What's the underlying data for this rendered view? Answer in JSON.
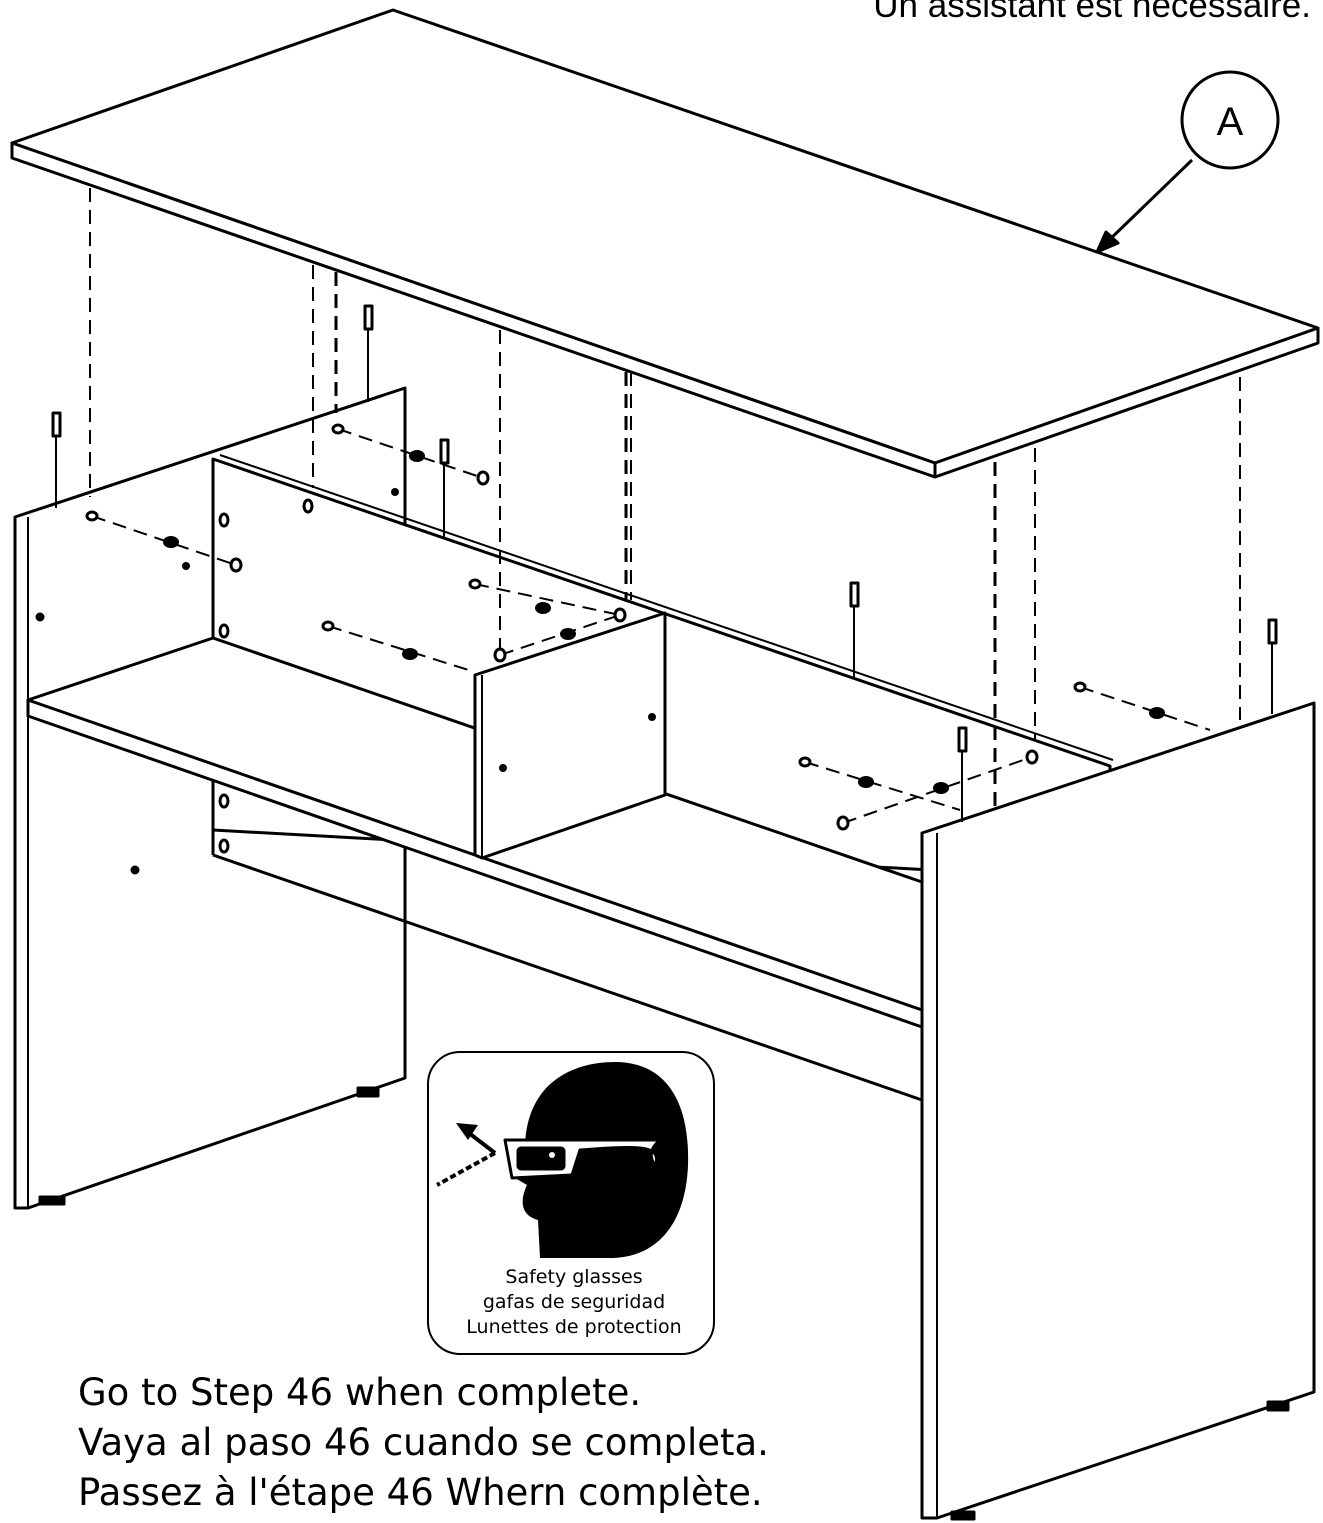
{
  "header": {
    "caption": "Un assistant est nécessaire."
  },
  "callout": {
    "letter": "A"
  },
  "safety_sign": {
    "icon": "safety-glasses-icon",
    "lines": [
      "Safety glasses",
      "gafas de seguridad",
      "Lunettes de protection"
    ]
  },
  "footer": {
    "lines": [
      "Go to Step 46 when complete.",
      "Vaya al paso 46 cuando se completa.",
      "Passez à l'étape 46 Whern complète."
    ]
  }
}
